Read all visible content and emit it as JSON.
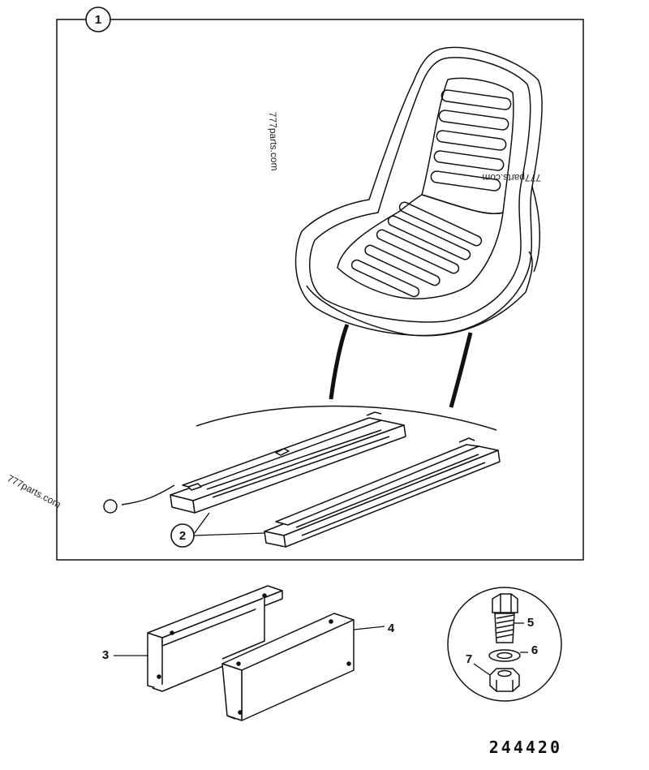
{
  "callouts": {
    "c1": "1",
    "c2": "2",
    "c3": "3",
    "c4": "4",
    "c5": "5",
    "c6": "6",
    "c7": "7"
  },
  "watermarks": {
    "w1": "777parts.com",
    "w2": "777parts.com",
    "w3": "777parts.com"
  },
  "drawing_number": "244420"
}
